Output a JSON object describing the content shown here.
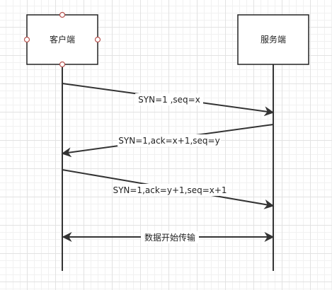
{
  "participants": {
    "client": "客户端",
    "server": "服务端"
  },
  "messages": [
    {
      "label": "SYN=1 ,seq=x",
      "direction": "client-to-server"
    },
    {
      "label": "SYN=1,ack=x+1,seq=y",
      "direction": "server-to-client"
    },
    {
      "label": "SYN=1,ack=y+1,seq=x+1",
      "direction": "client-to-server"
    },
    {
      "label": "数据开始传输",
      "direction": "both"
    }
  ],
  "colors": {
    "line": "#333333",
    "box_border": "#222222",
    "box_fill": "#ffffff",
    "handle_stroke": "#b85450"
  }
}
